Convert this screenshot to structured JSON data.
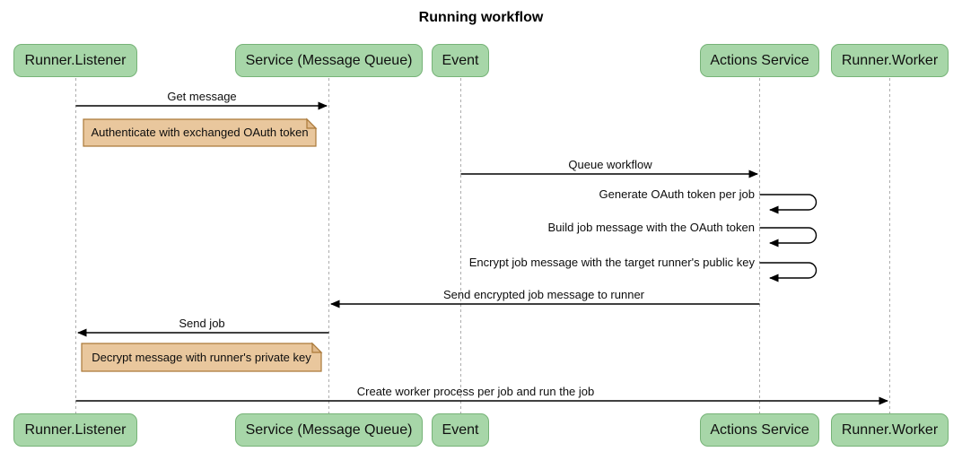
{
  "title": "Running workflow",
  "actors": [
    {
      "id": "runner-listener",
      "label": "Runner.Listener"
    },
    {
      "id": "service-mq",
      "label": "Service (Message Queue)"
    },
    {
      "id": "event",
      "label": "Event"
    },
    {
      "id": "actions-service",
      "label": "Actions Service"
    },
    {
      "id": "runner-worker",
      "label": "Runner.Worker"
    }
  ],
  "messages": [
    {
      "id": "get-message",
      "label": "Get message",
      "from": "Runner.Listener",
      "to": "Service (Message Queue)",
      "type": "arrow"
    },
    {
      "id": "queue-workflow",
      "label": "Queue workflow",
      "from": "Event",
      "to": "Actions Service",
      "type": "arrow"
    },
    {
      "id": "generate-token",
      "label": "Generate OAuth token per job",
      "from": "Actions Service",
      "to": "Actions Service",
      "type": "self"
    },
    {
      "id": "build-job-message",
      "label": "Build job message with the OAuth token",
      "from": "Actions Service",
      "to": "Actions Service",
      "type": "self"
    },
    {
      "id": "encrypt-job-message",
      "label": "Encrypt job message with the target runner's public key",
      "from": "Actions Service",
      "to": "Actions Service",
      "type": "self"
    },
    {
      "id": "send-encrypted",
      "label": "Send encrypted job message to runner",
      "from": "Actions Service",
      "to": "Service (Message Queue)",
      "type": "arrow"
    },
    {
      "id": "send-job",
      "label": "Send job",
      "from": "Service (Message Queue)",
      "to": "Runner.Listener",
      "type": "arrow"
    },
    {
      "id": "create-worker",
      "label": "Create worker process per job and run the job",
      "from": "Runner.Listener",
      "to": "Runner.Worker",
      "type": "arrow"
    }
  ],
  "notes": [
    {
      "id": "authenticate-note",
      "label": "Authenticate with exchanged OAuth token",
      "attached_to": "Runner.Listener"
    },
    {
      "id": "decrypt-note",
      "label": "Decrypt message with runner's private key",
      "attached_to": "Runner.Listener"
    }
  ],
  "colors": {
    "actor_fill": "#a7d6a8",
    "actor_border": "#76b377",
    "note_fill": "#e9c79d",
    "note_border": "#aa7939",
    "lifeline": "#adadad",
    "arrow": "#000000",
    "background": "#ffffff"
  }
}
